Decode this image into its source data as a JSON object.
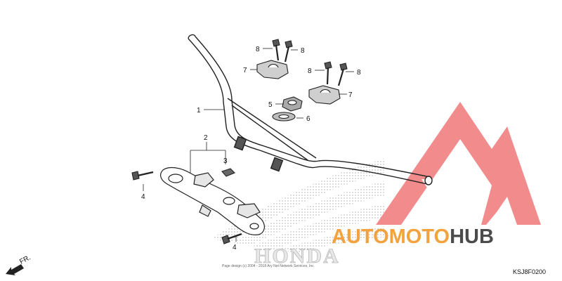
{
  "callouts": {
    "c1": "1",
    "c2": "2",
    "c3": "3",
    "c4a": "4",
    "c4b": "4",
    "c5": "5",
    "c6": "6",
    "c7a": "7",
    "c7b": "7",
    "c8a": "8",
    "c8b": "8",
    "c8c": "8",
    "c8d": "8"
  },
  "direction_label": "FR.",
  "diagram_code": "KSJ8F0200",
  "watermark": {
    "brand_part1": "AUTOMOTO",
    "brand_part2": "HUB",
    "honda_text": "HONDA",
    "copyright": "Page design (c) 2004 - 2018 Ary Net Network Services, Inc",
    "colors": {
      "accent": "#f29a2e",
      "dark": "#2b2b2b",
      "logo": "#f07878"
    }
  }
}
